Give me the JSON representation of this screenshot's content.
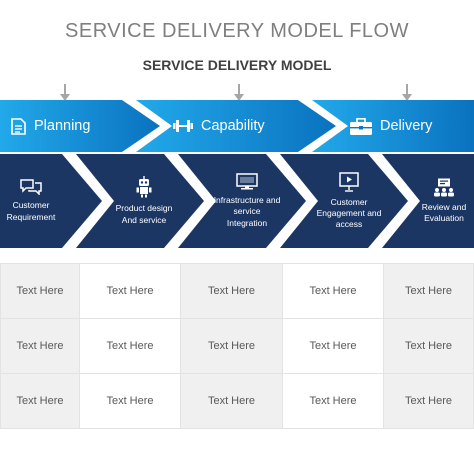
{
  "title": "SERVICE DELIVERY MODEL FLOW",
  "subtitle": "SERVICE DELIVERY MODEL",
  "colors": {
    "band_light": "#1fa4e6",
    "band_dark": "#0b78c4",
    "step_navy": "#1c3664",
    "title_gray": "#7f7f7f",
    "cell_shade": "#f0f0f0"
  },
  "phases": [
    {
      "label": "Planning",
      "icon": "document-icon"
    },
    {
      "label": "Capability",
      "icon": "dumbbell-icon"
    },
    {
      "label": "Delivery",
      "icon": "briefcase-icon"
    }
  ],
  "steps": [
    {
      "label": "Customer\nRequirement",
      "icon": "chat-bubbles-icon"
    },
    {
      "label": "Product design\nAnd service",
      "icon": "robot-icon"
    },
    {
      "label": "Infrastructure and\nservice\nIntegration",
      "icon": "monitor-icon"
    },
    {
      "label": "Customer\nEngagement and\naccess",
      "icon": "presentation-icon"
    },
    {
      "label": "Review and\nEvaluation",
      "icon": "meeting-icon"
    }
  ],
  "table": {
    "rows": [
      [
        "Text Here",
        "Text Here",
        "Text Here",
        "Text Here",
        "Text Here"
      ],
      [
        "Text Here",
        "Text Here",
        "Text Here",
        "Text Here",
        "Text Here"
      ],
      [
        "Text Here",
        "Text Here",
        "Text Here",
        "Text Here",
        "Text Here"
      ]
    ]
  }
}
